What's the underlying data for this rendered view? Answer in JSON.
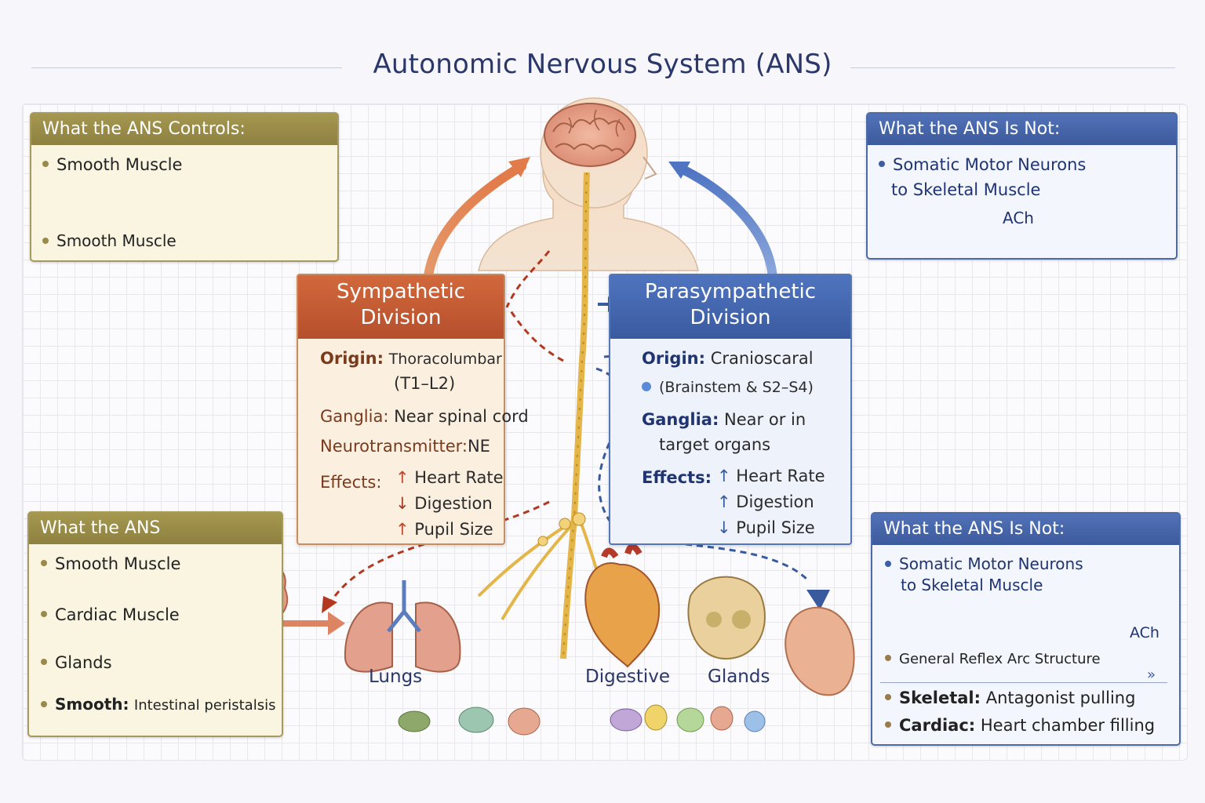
{
  "title": "Autonomic Nervous System (ANS)",
  "top_left_box": {
    "header": "What the ANS Controls:",
    "items": [
      "Smooth Muscle",
      "Smooth Muscle"
    ]
  },
  "bottom_left_box": {
    "header": "What the ANS",
    "items": [
      "Smooth Muscle",
      "Cardiac Muscle",
      "Glands"
    ],
    "last_item": {
      "label": "Smooth:",
      "text": "Intestinal peristalsis"
    }
  },
  "top_right_box": {
    "header": "What the ANS Is Not:",
    "item_line1": "Somatic Motor Neurons",
    "item_line2": "to Skeletal Muscle",
    "ach": "ACh"
  },
  "bottom_right_box": {
    "header": "What the ANS Is Not:",
    "item_line1": "Somatic Motor Neurons",
    "item_line2": "to Skeletal Muscle",
    "ach": "ACh",
    "reflex": "General Reflex Arc Structure",
    "skeletal": {
      "label": "Skeletal:",
      "text": "Antagonist pulling"
    },
    "cardiac": {
      "label": "Cardiac:",
      "text": "Heart chamber filling"
    }
  },
  "sympathetic": {
    "header_line1": "Sympathetic",
    "header_line2": "Division",
    "origin_label": "Origin:",
    "origin_value": "Thoracolumbar",
    "origin_sub": "(T1–L2)",
    "ganglia_label": "Ganglia:",
    "ganglia_value": "Near spinal cord",
    "nt_label": "Neurotransmitter:",
    "nt_value": "NE",
    "effects_label": "Effects:",
    "effects": [
      "Heart Rate",
      "Digestion",
      "Pupil Size"
    ]
  },
  "parasympathetic": {
    "header_line1": "Parasympathetic",
    "header_line2": "Division",
    "origin_label": "Origin:",
    "origin_value": "Cranioscaral",
    "origin_sub": "(Brainstem & S2–S4)",
    "ganglia_label": "Ganglia:",
    "ganglia_value": "Near or in",
    "ganglia_sub": "target organs",
    "effects_label": "Effects:",
    "effects": [
      "Heart Rate",
      "Digestion",
      "Pupil Size"
    ]
  },
  "organ_labels": {
    "lungs": "Lungs",
    "digestive": "Digestive",
    "glands": "Glands"
  },
  "colors": {
    "sympathetic": "#c25a32",
    "parasympathetic": "#3f62aa",
    "nerve": "#e8b94a",
    "title": "#2a3768"
  },
  "symbols": {
    "increase": "↑",
    "decrease": "↓",
    "double_arrow": "»"
  }
}
